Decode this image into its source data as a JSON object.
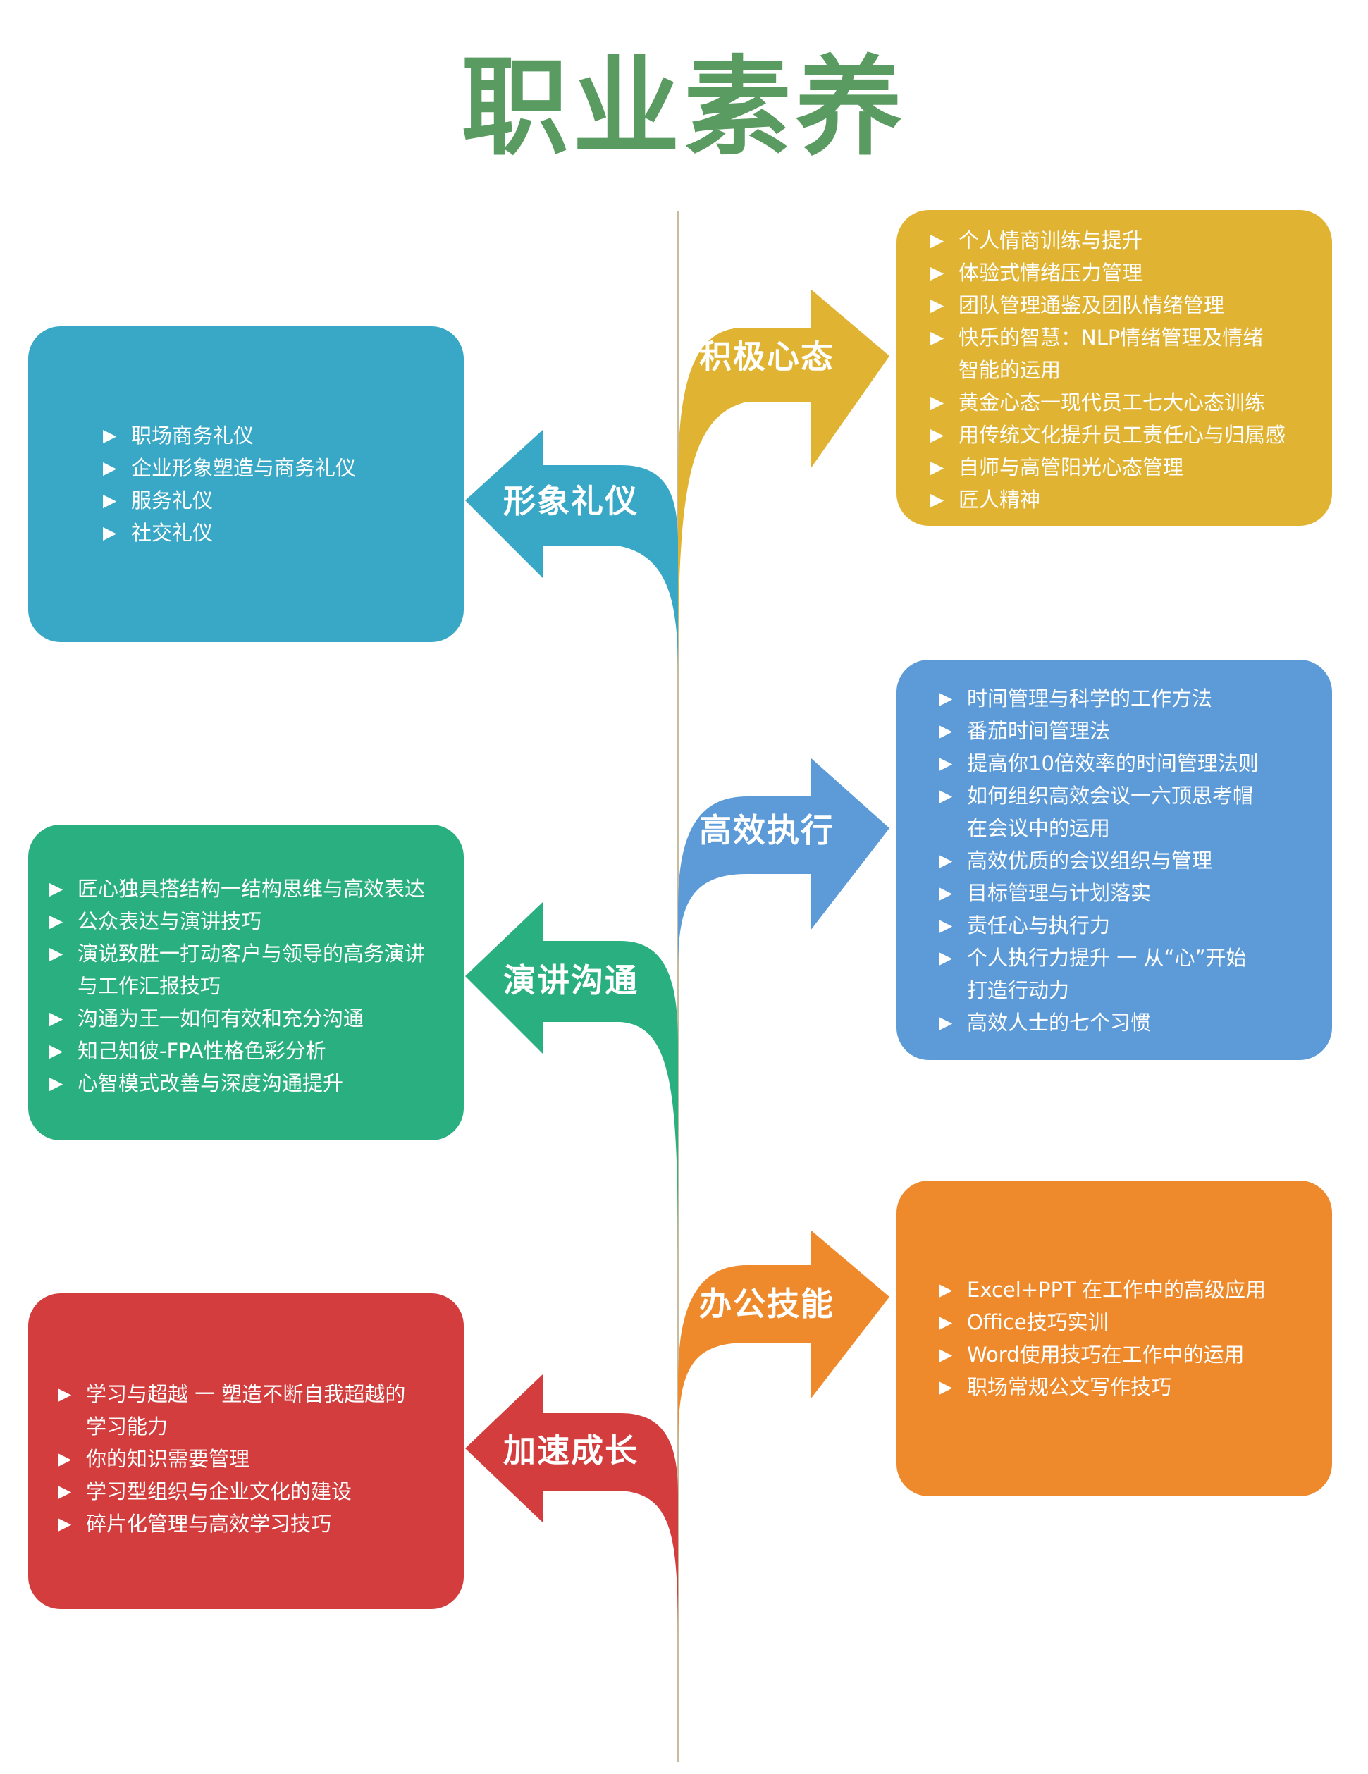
{
  "title": "职业素养",
  "colors": {
    "title": "#5a9b62",
    "jijixintai": "#e0b332",
    "xingxiangliyi": "#38a8c6",
    "gaoxiaozhixing": "#5c9bd8",
    "yanjianggoutong": "#2aaf80",
    "bangongjineng": "#ef8a2c",
    "jiasuchengzhang": "#d33d3d",
    "spine": "#c8bca0"
  },
  "branches": {
    "jijixintai": {
      "label": "积极心态",
      "items": [
        "个人情商训练与提升",
        "体验式情绪压力管理",
        "团队管理通鉴及团队情绪管理",
        "快乐的智慧：NLP情绪管理及情绪",
        "智能的运用",
        "黄金心态一现代员工七大心态训练",
        "用传统文化提升员工责任心与归属感",
        "自师与高管阳光心态管理",
        "匠人精神"
      ]
    },
    "xingxiangliyi": {
      "label": "形象礼仪",
      "items": [
        "职场商务礼仪",
        "企业形象塑造与商务礼仪",
        "服务礼仪",
        "社交礼仪"
      ]
    },
    "gaoxiaozhixing": {
      "label": "高效执行",
      "items": [
        "时间管理与科学的工作方法",
        "番茄时间管理法",
        "提高你10倍效率的时间管理法则",
        "如何组织高效会议一六顶思考帽",
        "在会议中的运用",
        "高效优质的会议组织与管理",
        "目标管理与计划落实",
        "责任心与执行力",
        "个人执行力提升 一 从“心”开始",
        "打造行动力",
        "高效人士的七个习惯"
      ]
    },
    "yanjianggoutong": {
      "label": "演讲沟通",
      "items": [
        "匠心独具搭结构一结构思维与高效表达",
        "公众表达与演讲技巧",
        "演说致胜一打动客户与领导的高务演讲",
        "与工作汇报技巧",
        "沟通为王一如何有效和充分沟通",
        "知己知彼-FPA性格色彩分析",
        "心智模式改善与深度沟通提升"
      ]
    },
    "bangongjineng": {
      "label": "办公技能",
      "items": [
        "Excel+PPT 在工作中的高级应用",
        "Office技巧实训",
        "Word使用技巧在工作中的运用",
        "职场常规公文写作技巧"
      ]
    },
    "jiasuchengzhang": {
      "label": "加速成长",
      "items": [
        "学习与超越 一 塑造不断自我超越的",
        "学习能力",
        "你的知识需要管理",
        "学习型组织与企业文化的建设",
        "碎片化管理与高效学习技巧"
      ]
    }
  }
}
